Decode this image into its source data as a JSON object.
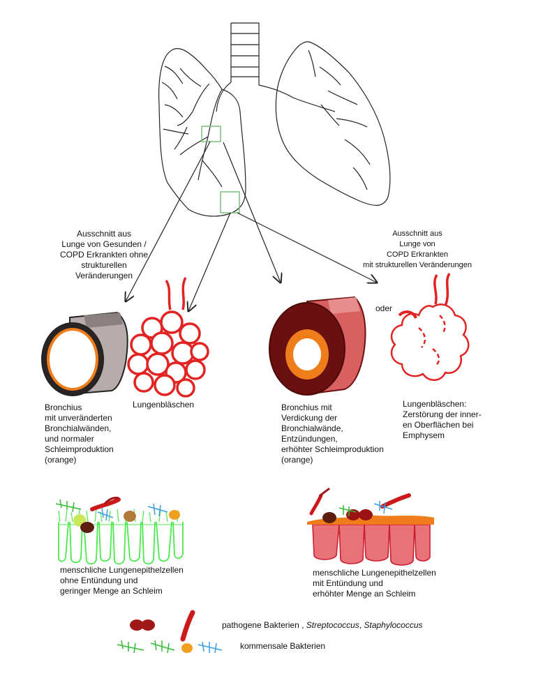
{
  "labels": {
    "healthy_cutout": "Ausschnitt aus\nLunge von Gesunden /\nCOPD Erkrankten ohne\nstrukturellen\nVeränderungen",
    "copd_cutout": "Ausschnitt aus\nLunge von\nCOPD Erkrankten\nmit strukturellen Veränderungen",
    "or": "oder",
    "healthy_bronchus": "Bronchius\nmit unveränderten\nBronchialwänden,\nund normaler\nSchleimproduktion\n(orange)",
    "healthy_alveoli": "Lungenbläschen",
    "copd_bronchus": "Bronchius mit\nVerdickung der\nBronchialwände,\nEntzündungen,\nerhöhter Schleimproduktion\n(orange)",
    "copd_alveoli": "Lungenbläschen:\nZerstörung der inner-\nen Oberflächen bei\nEmphysem",
    "healthy_epithelium": "menschliche Lungenepithelzellen\nohne Entündung und\ngeringer Menge an Schleim",
    "copd_epithelium": "menschliche Lungenepithelzellen\nmit Entündung und\nerhöhter Menge an Schleim"
  },
  "legend": {
    "pathogenic_prefix": "pathogene Bakterien , ",
    "pathogenic_species_1": "Streptococcus",
    "pathogenic_sep": ", ",
    "pathogenic_species_2": "Staphylococcus",
    "commensal": "kommensale Bakterien"
  },
  "colors": {
    "outline": "#222222",
    "highlight_box": "#7dbf7d",
    "alveoli_red": "#e32222",
    "mucus_orange": "#f07d1c",
    "healthy_wall": "#8a8080",
    "healthy_wall_light": "#b6acac",
    "copd_wall_dark": "#6b1010",
    "copd_wall_light": "#d96060",
    "healthy_cells": "#4de84d",
    "copd_cells": "#e8717a",
    "copd_cells_outline": "#c9202e",
    "pathogen_dark": "#a01818",
    "commensal_green": "#33bb33",
    "commensal_blue": "#3a9de0"
  }
}
